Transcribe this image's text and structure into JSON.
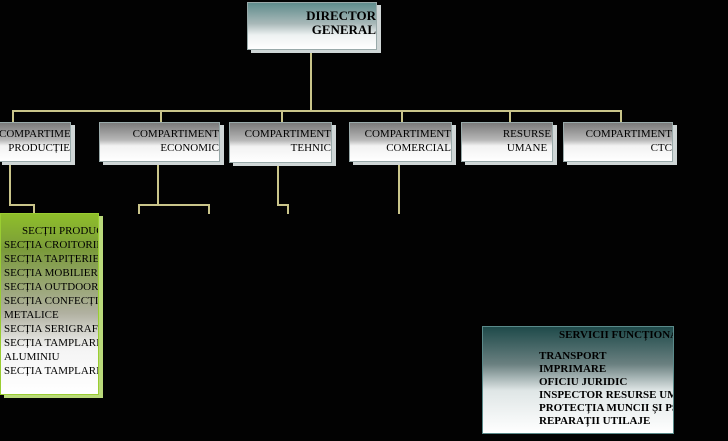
{
  "director": {
    "line1": "DIRECTOR",
    "line2": "GENERAL"
  },
  "departments": [
    {
      "line1": "COMPARTIMENT",
      "line2": "PRODUCȚIE"
    },
    {
      "line1": "COMPARTIMENT",
      "line2": "ECONOMIC"
    },
    {
      "line1": "COMPARTIMENT",
      "line2": "TEHNIC"
    },
    {
      "line1": "COMPARTIMENT",
      "line2": "COMERCIAL"
    },
    {
      "line1": "RESURSE",
      "line2": "UMANE"
    },
    {
      "line1": "COMPARTIMENT",
      "line2": "CTC"
    }
  ],
  "production_sections": {
    "title": "SECȚII PRODUCȚIE",
    "items": [
      "SECȚIA CROITORIE",
      "SECȚIA TAPIȚERIE",
      "SECȚIA MOBILIER",
      "SECȚIA OUTDOOR",
      "SECȚIA CONFECȚII",
      "METALICE",
      "SECȚIA SERIGRAFIE",
      "SECȚIA TAMPLARIE",
      "ALUMINIU",
      "SECȚIA TAMPLARIE"
    ]
  },
  "functional_services": {
    "title": "SERVICII FUNCȚIONALE",
    "items": [
      "TRANSPORT",
      "IMPRIMARE",
      "OFICIU JURIDIC",
      "INSPECTOR RESURSE UMANE",
      "PROTECȚIA MUNCII ȘI PSI",
      "REPARAȚII UTILAJE"
    ]
  }
}
